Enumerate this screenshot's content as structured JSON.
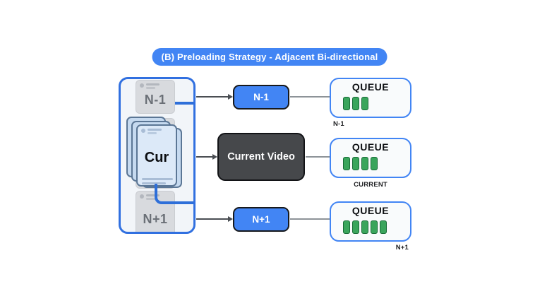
{
  "colors": {
    "accent_blue": "#4285f4",
    "panel_border_blue": "#3170e0",
    "connector_blue": "#2e6fd9",
    "dark_box_bg": "#46484b",
    "dark_box_border": "#121316",
    "node_border": "#17191c",
    "queue_card_bg": "#f9fbfc",
    "segment_green": "#3aa55c",
    "segment_green_border": "#176b36",
    "arrow_gray": "#4a4e53",
    "line_gray": "#8d9398"
  },
  "header": {
    "title": "(B) Preloading Strategy - Adjacent Bi-directional"
  },
  "player_stack": {
    "prev_label": "N-1",
    "current_label": "Cur",
    "next_label": "N+1"
  },
  "flow_nodes": [
    {
      "label": "N-1"
    },
    {
      "label": "Current Video"
    },
    {
      "label": "N+1"
    }
  ],
  "queues": [
    {
      "title": "QUEUE",
      "filled_segments": 3,
      "caption": "N-1"
    },
    {
      "title": "QUEUE",
      "filled_segments": 4,
      "caption": "CURRENT"
    },
    {
      "title": "QUEUE",
      "filled_segments": 5,
      "caption": "N+1"
    }
  ]
}
